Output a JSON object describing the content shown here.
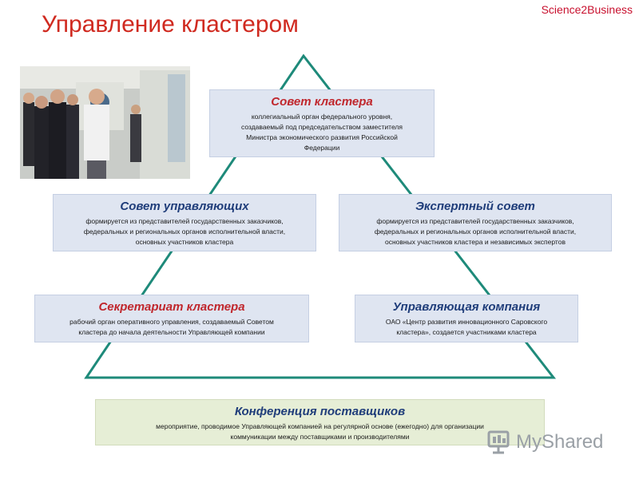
{
  "header": {
    "title": "Управление кластером",
    "brand": "Science2Business"
  },
  "boxes": {
    "council": {
      "title": "Совет кластера",
      "lines": [
        "коллегиальный орган федерального уровня,",
        "создаваемый под председательством заместителя",
        "Министра экономического развития Российской",
        "Федерации"
      ]
    },
    "managers": {
      "title": "Совет управляющих",
      "lines": [
        "формируется из представителей государственных заказчиков,",
        "федеральных и региональных органов исполнительной власти,",
        "основных участников кластера"
      ]
    },
    "experts": {
      "title": "Экспертный совет",
      "lines": [
        "формируется из представителей государственных заказчиков,",
        "федеральных и региональных органов исполнительной власти,",
        "основных участников кластера и независимых экспертов"
      ]
    },
    "secretariat": {
      "title": "Секретариат кластера",
      "lines": [
        "рабочий орган оперативного управления, создаваемый Советом",
        "кластера до начала деятельности Управляющей компании"
      ]
    },
    "company": {
      "title": "Управляющая компания",
      "lines": [
        "ОАО «Центр развития инновационного Саровского",
        "кластера», создается участниками кластера"
      ]
    },
    "conference": {
      "title": "Конференция поставщиков",
      "lines": [
        "мероприятие, проводимое Управляющей компанией на регулярной основе (ежегодно) для организации",
        "коммуникации между поставщиками и производителями"
      ]
    }
  },
  "watermark": {
    "text": "MyShared"
  },
  "colors": {
    "title": "#d02a20",
    "heading_blue": "#1f3d7a",
    "heading_red": "#c0272d",
    "triangle": "#1e8a7a",
    "box_blue": "#dfe5f1",
    "box_green": "#e6eed6"
  }
}
